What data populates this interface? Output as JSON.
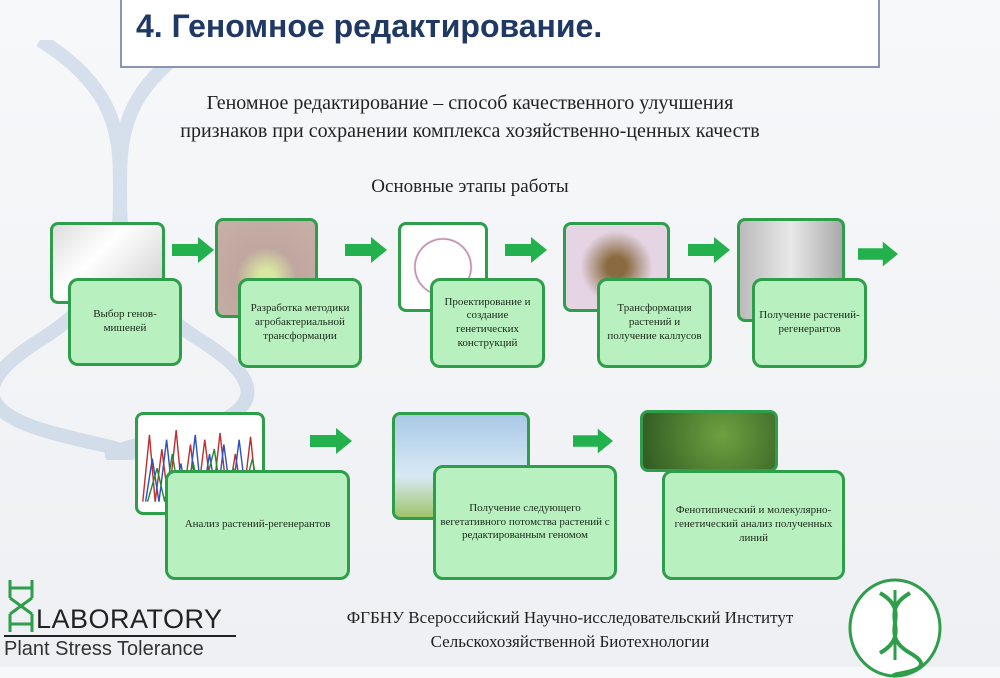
{
  "title": "4. Геномное редактирование.",
  "subtitle": [
    "Геномное редактирование – способ качественного улучшения",
    "признаков при сохранении комплекса хозяйственно-ценных качеств"
  ],
  "section_heading": "Основные этапы работы",
  "steps": [
    {
      "label": "Выбор генов-мишеней"
    },
    {
      "label": "Разработка методики агробактериальной трансформации"
    },
    {
      "label": "Проектирование и создание генетических конструкций"
    },
    {
      "label": "Трансформация растений и получение каллусов"
    },
    {
      "label": "Получение растений-регенерантов"
    },
    {
      "label": "Анализ растений-регенерантов"
    },
    {
      "label": "Получение следующего вегетативного потомства растений с редактированным геномом"
    },
    {
      "label": "Фенотипический и молекулярно-генетический анализ полученных линий"
    }
  ],
  "footer": {
    "logo_title": "LABORATORY",
    "logo_subtitle": "Plant Stress Tolerance",
    "institute": [
      "ФГБНУ Всероссийский Научно-исследовательский Институт",
      "Сельскохозяйственной Биотехнологии"
    ]
  },
  "colors": {
    "accent": "#2e9e4a",
    "box_fill": "#b9f0bf",
    "title": "#1f3864"
  }
}
